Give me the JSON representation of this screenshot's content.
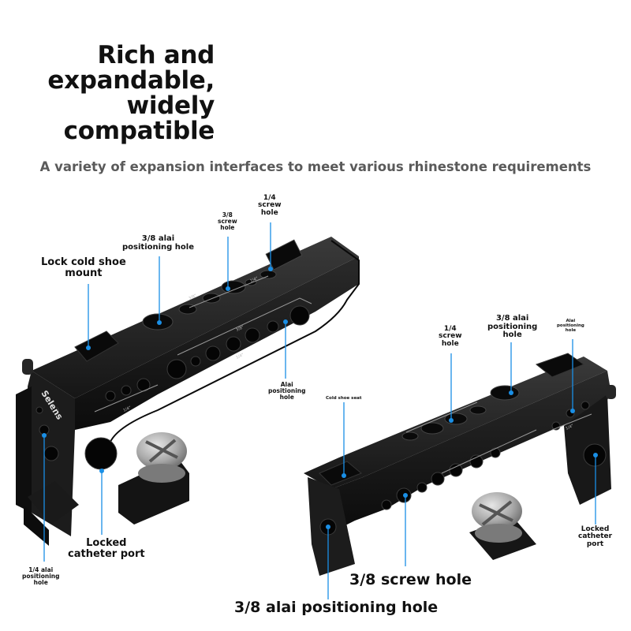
{
  "headline": [
    "Rich and",
    "expandable,",
    "widely",
    "compatible"
  ],
  "subtitle": "A variety of expansion interfaces to meet various rhinestone requirements",
  "brand": "Selens",
  "engravings": [
    "3/8\"",
    "1/4\"",
    "3/8\"",
    "1/4\"",
    "1/4\"",
    "1/4\""
  ],
  "callouts": {
    "left_lock_cold_shoe": [
      "Lock cold shoe",
      "mount"
    ],
    "left_38_alai": [
      "3/8 alai",
      "positioning hole"
    ],
    "left_38_screw": [
      "3/8",
      "screw",
      "hole"
    ],
    "left_14_screw": [
      "1/4",
      "screw",
      "hole"
    ],
    "left_alai": [
      "Alai",
      "positioning",
      "hole"
    ],
    "left_14_alai": [
      "1/4 alai",
      "positioning",
      "hole"
    ],
    "left_locked_catheter": [
      "Locked",
      "catheter port"
    ],
    "right_14_screw": [
      "1/4",
      "screw",
      "hole"
    ],
    "right_38_alai": [
      "3/8 alai",
      "positioning",
      "hole"
    ],
    "right_alai": [
      "Alai",
      "positioning",
      "hole"
    ],
    "right_cold_shoe_seat": "Cold shoe seat",
    "right_locked_catheter": [
      "Locked",
      "catheter",
      "port"
    ],
    "right_38_screw": "3/8 screw hole",
    "bottom_38_alai": "3/8 alai positioning hole"
  },
  "colors": {
    "accent": "#1a8fe6",
    "handle": "#1e1e1e",
    "knob": "#b8b8b8"
  }
}
